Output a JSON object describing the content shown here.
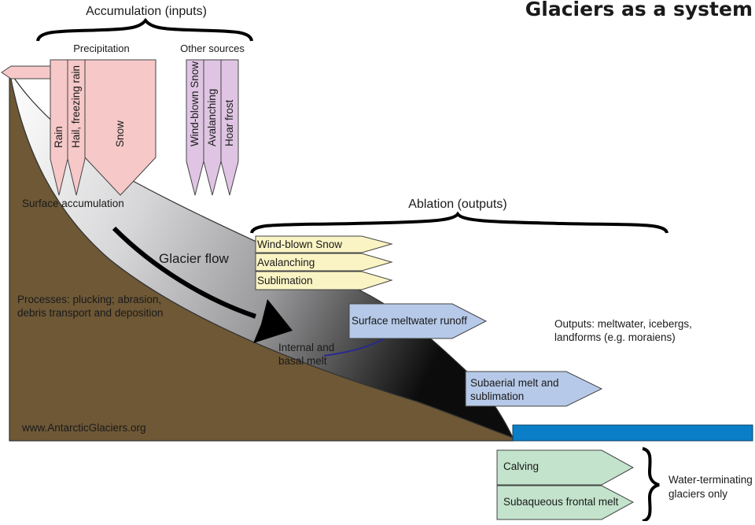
{
  "title": "Glaciers as a system",
  "accumulation": {
    "heading": "Accumulation (inputs)",
    "precipitation_label": "Precipitation",
    "other_sources_label": "Other sources",
    "precipitation_items": [
      "Rain",
      "Hail, freezing rain",
      "Snow"
    ],
    "other_items": [
      "Wind-blown Snow",
      "Avalanching",
      "Hoar frost"
    ]
  },
  "surface_accumulation": "Surface accumulation",
  "glacier_flow": "Glacier flow",
  "processes": [
    "Processes: plucking; abrasion,",
    "debris transport and deposition"
  ],
  "internal_melt": [
    "Internal and",
    "basal melt"
  ],
  "website": "www.AntarcticGlaciers.org",
  "ablation": {
    "heading": "Ablation (outputs)",
    "items": [
      "Wind-blown Snow",
      "Avalanching",
      "Sublimation"
    ],
    "surface_runoff": "Surface meltwater runoff",
    "subaerial": [
      "Subaerial melt and",
      "sublimation"
    ]
  },
  "outputs_note": [
    "Outputs: meltwater, icebergs,",
    "landforms (e.g. moraiens)"
  ],
  "water_terminating": {
    "items": [
      "Calving",
      "Subaqueous frontal melt"
    ],
    "note": [
      "Water-terminating",
      "glaciers only"
    ]
  },
  "colors": {
    "bedrock": "#6e5836",
    "water": "#0a7fc8",
    "precip_fill": "#f6c8c8",
    "other_fill": "#dfc5e3",
    "ablation_fill": "#faf4c4",
    "melt_fill": "#b6c9e8",
    "water_term_fill": "#c3e3cc",
    "flow_arrow": "#000000",
    "melt_arrow": "#2a2a8a"
  }
}
